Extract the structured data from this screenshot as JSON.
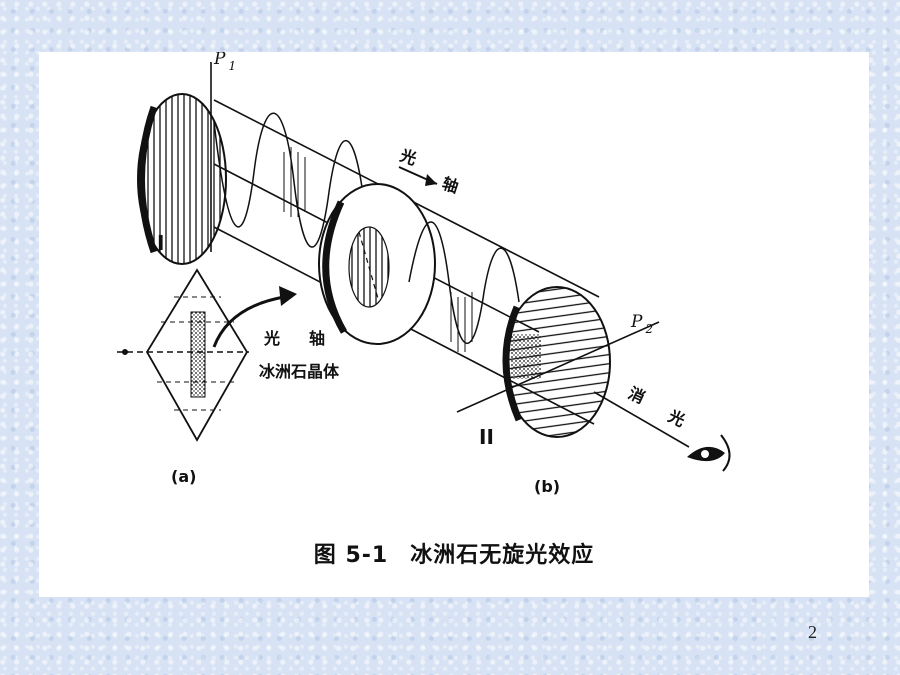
{
  "figure": {
    "caption_number": "图 5-1",
    "caption_title": "冰洲石无旋光效应",
    "labels": {
      "p1_letter": "P",
      "p1_sub": "1",
      "p2_letter": "P",
      "p2_sub": "2",
      "optic_axis_top_char1": "光",
      "optic_axis_top_char2": "轴",
      "optic_axis_left_char1": "光",
      "optic_axis_left_char2": "轴",
      "calcite_crystal": "冰洲石晶体",
      "extinction_char1": "消",
      "extinction_char2": "光",
      "roman_one": "I",
      "roman_two": "II",
      "sub_a": "(a)",
      "sub_b": "(b)"
    }
  },
  "page_number": "2",
  "colors": {
    "background": "#d7e3f4",
    "panel": "#ffffff",
    "ink": "#111111"
  },
  "icons": [
    "eye-icon",
    "arrow-icon"
  ]
}
